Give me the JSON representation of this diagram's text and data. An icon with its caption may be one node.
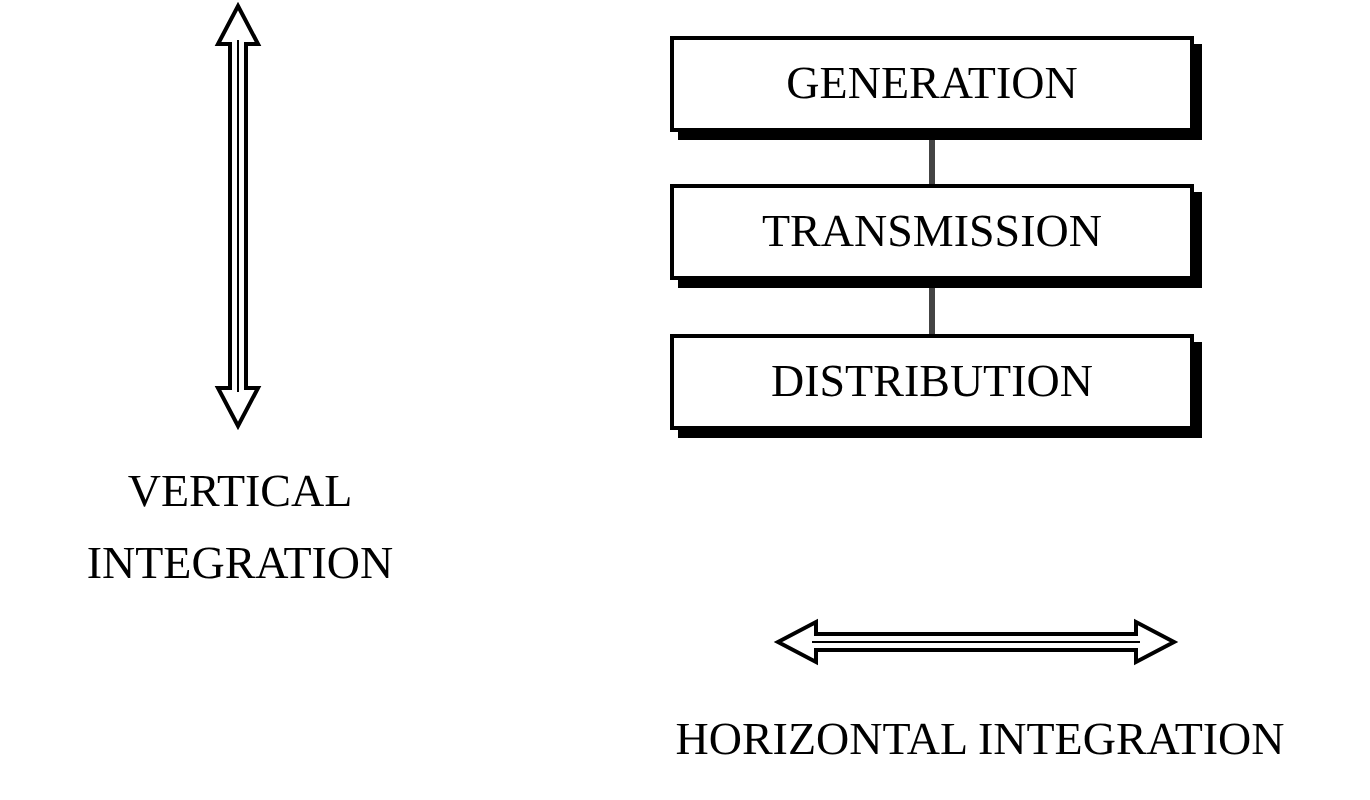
{
  "diagram": {
    "nodes": [
      {
        "text": [
          "GENERATION"
        ]
      },
      {
        "text": [
          "TRANSMISSION"
        ]
      },
      {
        "text": [
          "DISTRIBUTION"
        ]
      }
    ],
    "edges": [
      {
        "from": 0,
        "to": 1,
        "arrow": "none"
      },
      {
        "from": 1,
        "to": 2,
        "arrow": "none"
      }
    ],
    "labels": [
      "VERTICAL INTEGRATION",
      "HORIZONTAL INTEGRATION"
    ]
  }
}
